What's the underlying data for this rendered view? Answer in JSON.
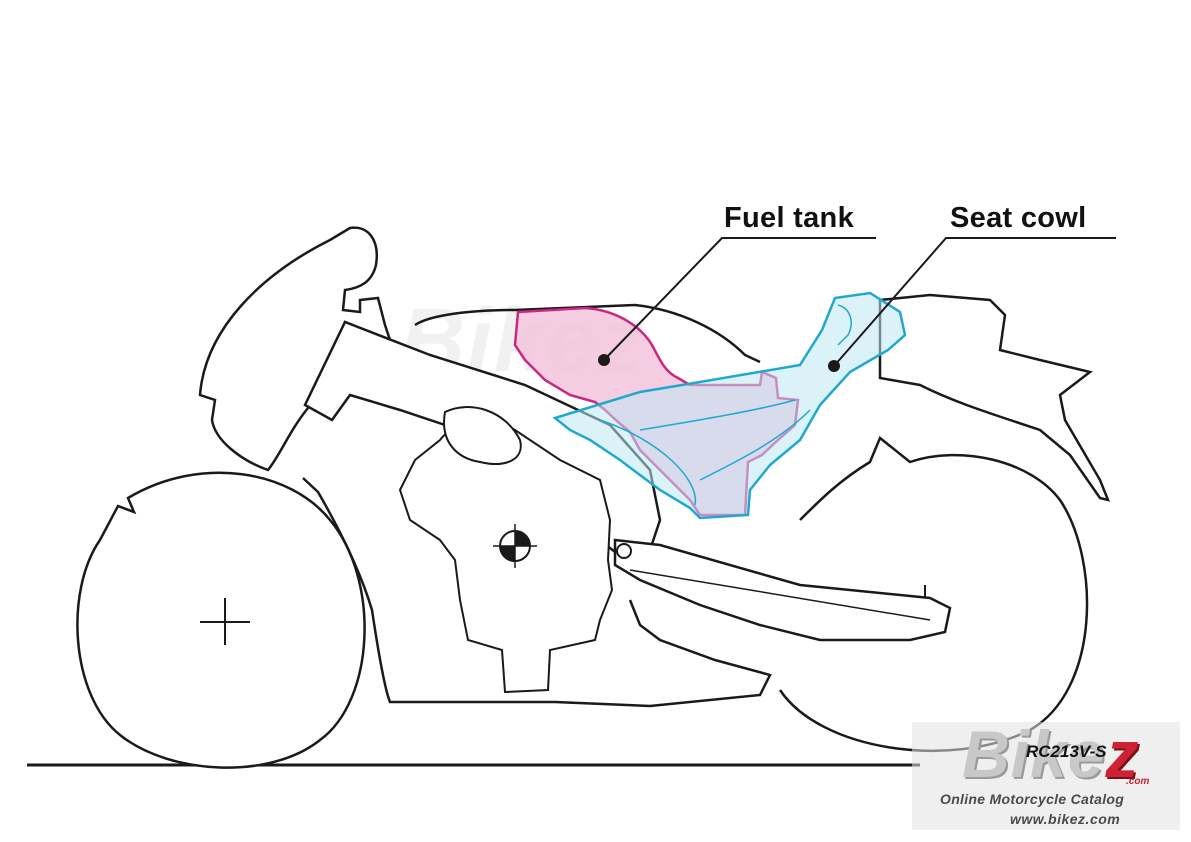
{
  "labels": {
    "fuel_tank": "Fuel tank",
    "seat_cowl": "Seat cowl",
    "model": "RC213V-S"
  },
  "watermark": {
    "brand": "Bike",
    "brand_accent": "z",
    "domain_suffix": ".com",
    "tagline": "Online Motorcycle Catalog",
    "url": "www.bikez.com"
  },
  "colors": {
    "outline": "#1a1a1a",
    "fuel_tank_stroke": "#c8287f",
    "fuel_tank_fill": "#f3c4dd",
    "seat_cowl_stroke": "#20a8d0",
    "seat_cowl_fill": "#cdeaf5",
    "overlap_fill": "#d9b6d9",
    "watermark_accent": "#cc2233"
  }
}
